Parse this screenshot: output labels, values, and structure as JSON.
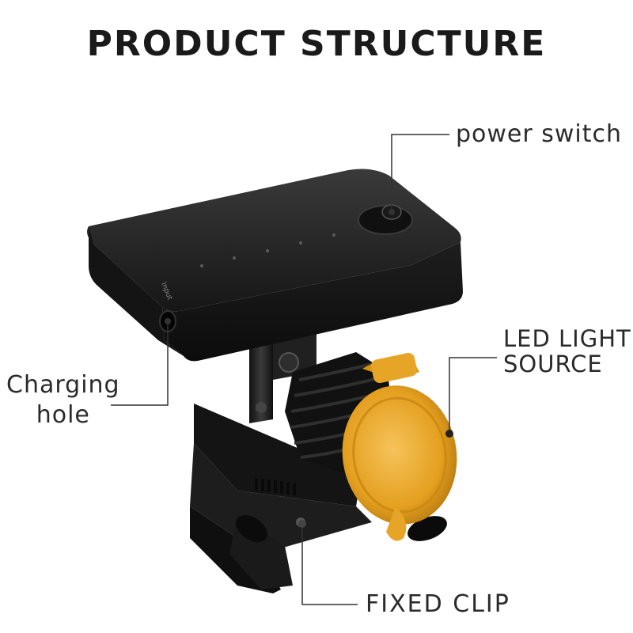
{
  "title": "PRODUCT STRUCTURE",
  "callouts": {
    "power_switch": "power switch",
    "led_line1": "LED LIGHT",
    "led_line2": "SOURCE",
    "charging_line1": "Charging",
    "charging_line2": "hole",
    "fixed_clip": "FIXED CLIP"
  },
  "battery_print": "Input",
  "colors": {
    "body": "#1b1b1b",
    "filter": "#e8a21a",
    "leader": "#333333"
  }
}
